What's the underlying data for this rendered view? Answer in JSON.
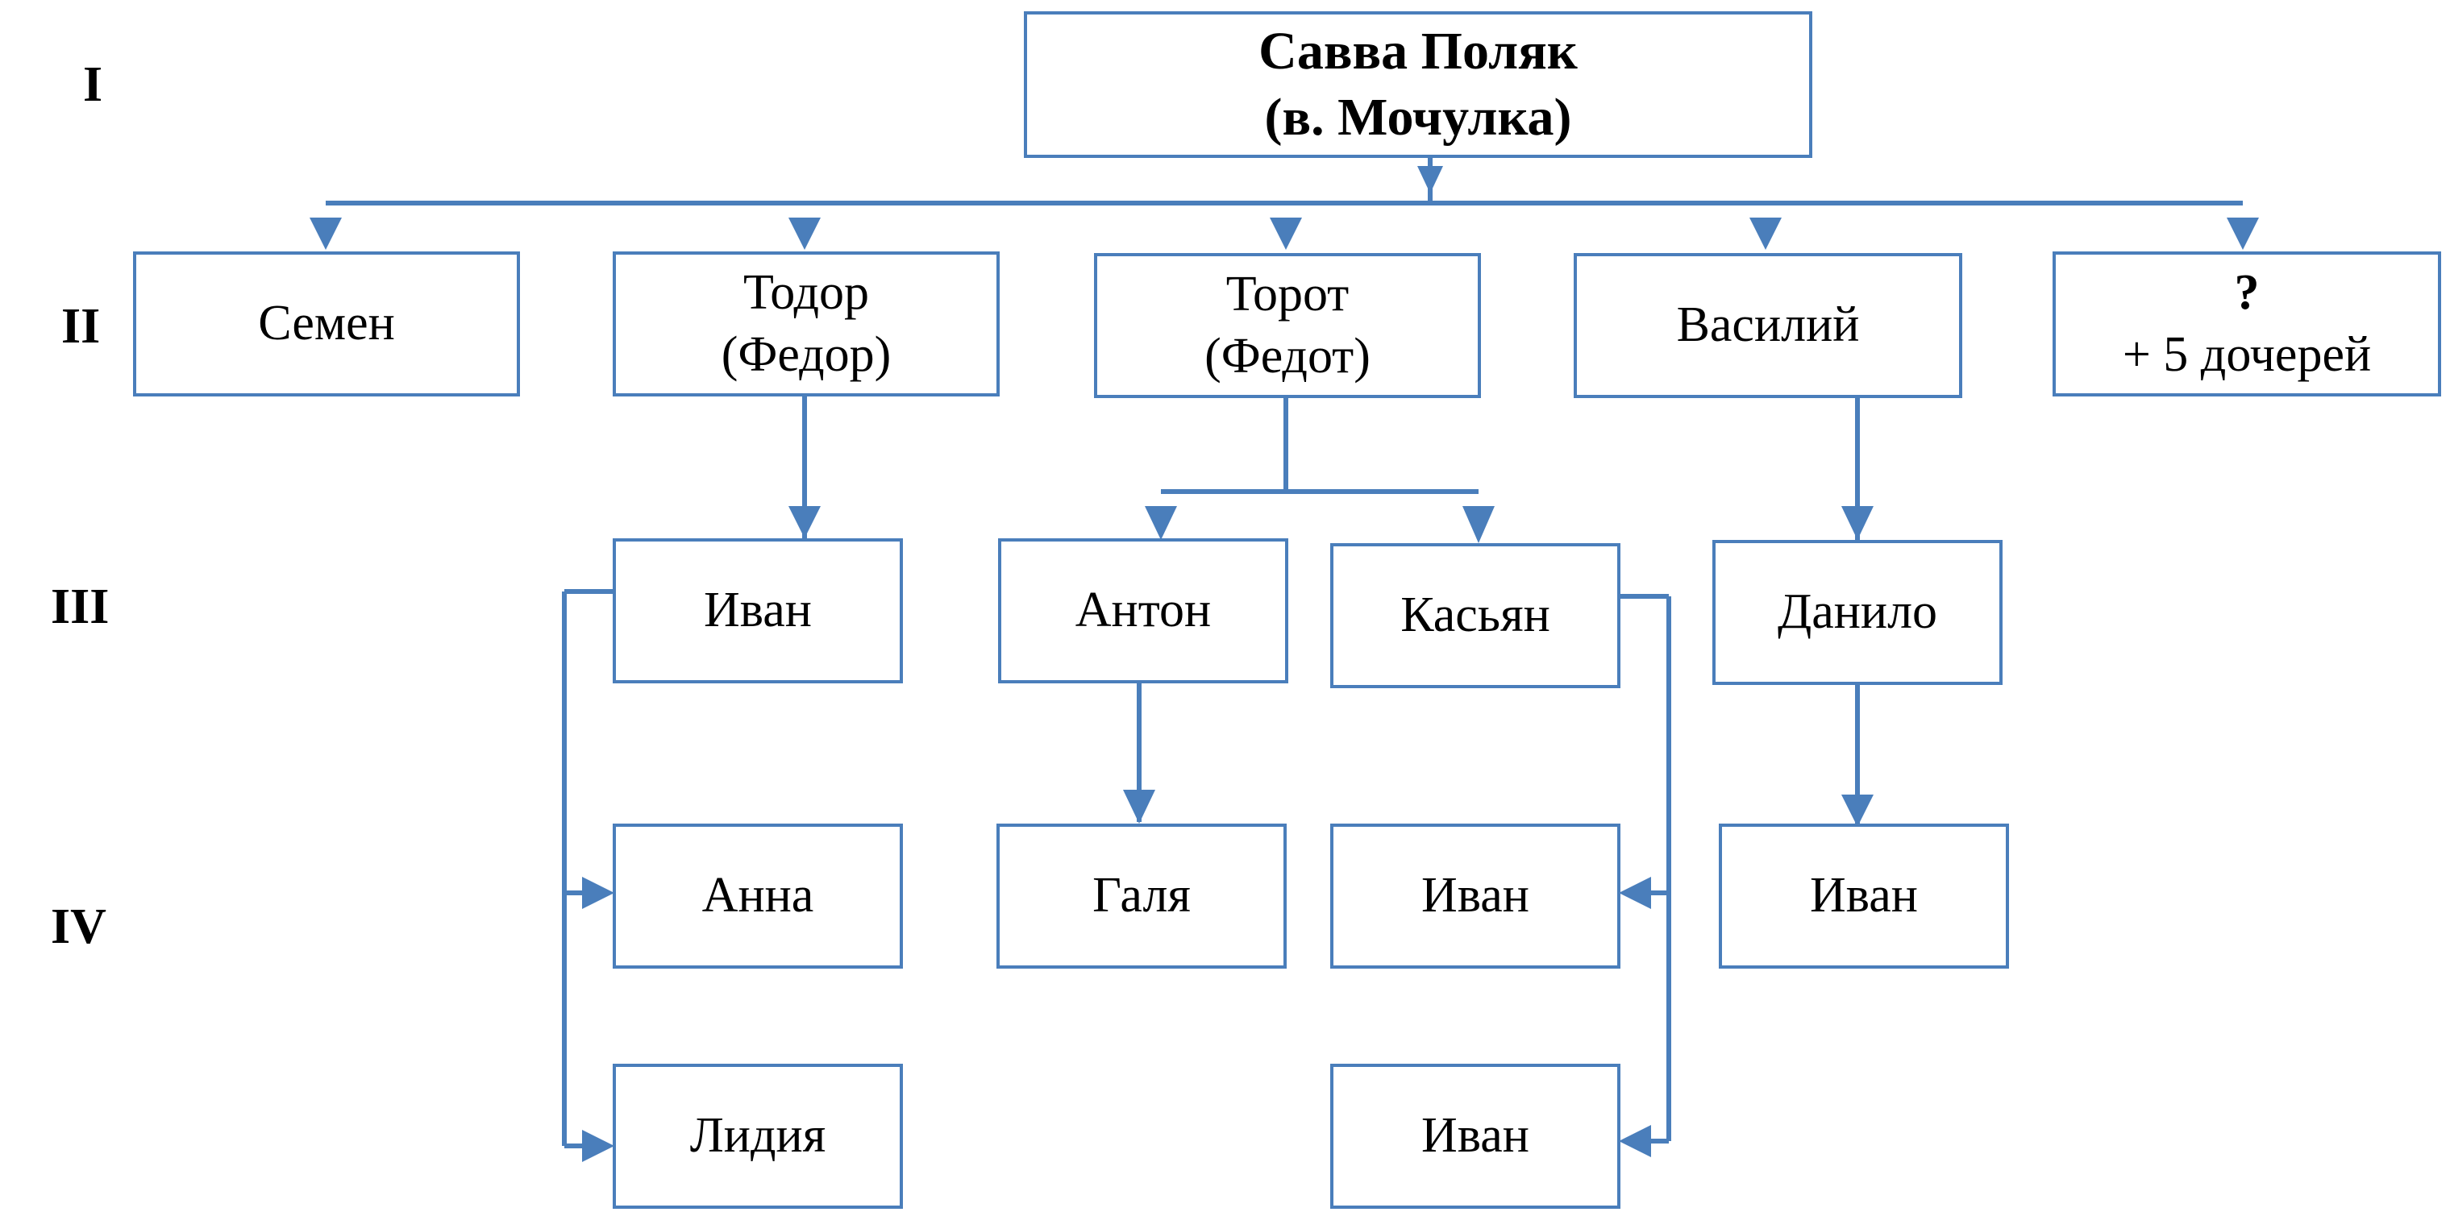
{
  "generations": [
    "I",
    "II",
    "III",
    "IV"
  ],
  "root": {
    "line1": "Савва Поляк",
    "line2": "(в. Мочулка)"
  },
  "gen2": {
    "semen": "Семен",
    "todor_1": "Тодор",
    "todor_2": "(Федор)",
    "torot_1": "Торот",
    "torot_2": "(Федот)",
    "vasily": "Василий",
    "unknown_1": "?",
    "unknown_2": "+ 5 дочерей"
  },
  "gen3": {
    "ivan": "Иван",
    "anton": "Антон",
    "kasyan": "Касьян",
    "danilo": "Данило"
  },
  "gen4": {
    "anna": "Анна",
    "lidia": "Лидия",
    "galya": "Галя",
    "ivan_a": "Иван",
    "ivan_b": "Иван",
    "ivan_c": "Иван"
  },
  "colors": {
    "line": "#4a7ebb",
    "box_border": "#4a7ebb",
    "text": "#000000"
  }
}
